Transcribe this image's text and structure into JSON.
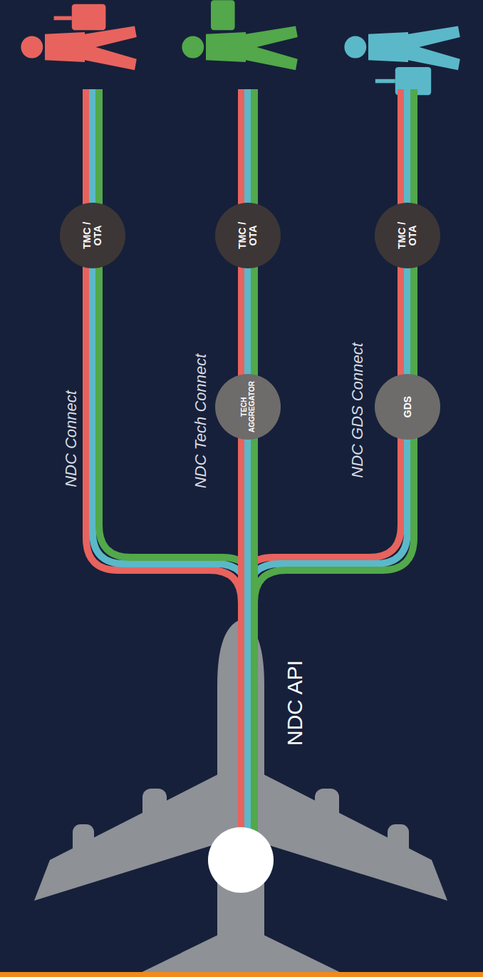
{
  "diagram": {
    "nodes": [
      {
        "text": [
          "TMC / OTA"
        ]
      },
      {
        "text": [
          "TECH AGGREGATOR"
        ]
      },
      {
        "text": [
          "TMC / OTA"
        ]
      },
      {
        "text": [
          "GDS"
        ]
      },
      {
        "text": [
          "TMC / OTA"
        ]
      }
    ],
    "edges": [
      {
        "from": 1,
        "to": 2,
        "arrow": "none"
      },
      {
        "from": 3,
        "to": 4,
        "arrow": "none"
      }
    ],
    "labels": [
      "NDC Connect",
      "NDC Tech Connect",
      "NDC GDS Connect",
      "NDC API"
    ]
  }
}
